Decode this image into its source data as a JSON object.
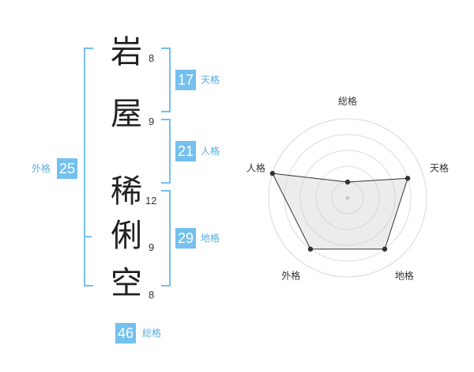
{
  "name": {
    "characters": [
      {
        "char": "岩",
        "strokes": "8"
      },
      {
        "char": "屋",
        "strokes": "9"
      },
      {
        "char": "稀",
        "strokes": "12"
      },
      {
        "char": "俐",
        "strokes": "9"
      },
      {
        "char": "空",
        "strokes": "8"
      }
    ]
  },
  "fortunes": {
    "tenkaku": {
      "value": "17",
      "label": "天格"
    },
    "jinkaku": {
      "value": "21",
      "label": "人格"
    },
    "chikaku": {
      "value": "29",
      "label": "地格"
    },
    "gaikaku": {
      "value": "25",
      "label": "外格"
    },
    "soukaku": {
      "value": "46",
      "label": "総格"
    }
  },
  "colors": {
    "accent": "#74c0ee",
    "radar_fill": "#eeeeee",
    "radar_line": "#333333"
  },
  "chart_data": {
    "type": "radar",
    "axes": [
      "総格",
      "天格",
      "地格",
      "外格",
      "人格"
    ],
    "values": [
      1,
      4,
      4,
      4,
      5
    ],
    "max": 5,
    "rings": 5,
    "grid": true
  }
}
